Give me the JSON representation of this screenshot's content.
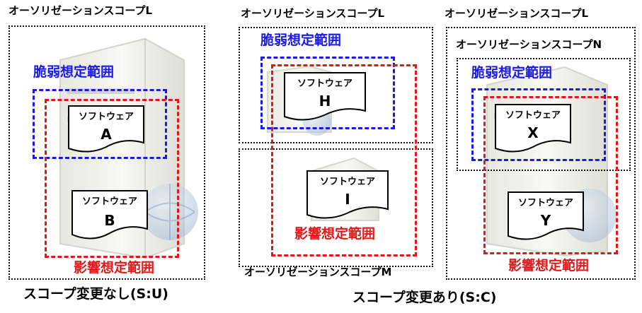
{
  "panels": {
    "left": {
      "scope_l": "オーソリゼーションスコープL",
      "vuln": "脆弱想定範囲",
      "impact": "影響想定範囲",
      "software_a": {
        "label": "ソフトウェア",
        "name": "A"
      },
      "software_b": {
        "label": "ソフトウェア",
        "name": "B"
      },
      "caption": "スコープ変更なし(S:U)"
    },
    "middle": {
      "scope_l": "オーソリゼーションスコープL",
      "scope_m": "オーソリゼーションスコープM",
      "vuln": "脆弱想定範囲",
      "impact": "影響想定範囲",
      "software_h": {
        "label": "ソフトウェア",
        "name": "H"
      },
      "software_i": {
        "label": "ソフトウェア",
        "name": "I"
      }
    },
    "right": {
      "scope_l": "オーソリゼーションスコープL",
      "scope_n": "オーソリゼーションスコープN",
      "vuln": "脆弱想定範囲",
      "impact": "影響想定範囲",
      "software_x": {
        "label": "ソフトウェア",
        "name": "X"
      },
      "software_y": {
        "label": "ソフトウェア",
        "name": "Y"
      }
    }
  },
  "caption_changed": "スコープ変更あり(S:C)",
  "colors": {
    "vuln": "#1a1ae6",
    "impact": "#e01818",
    "scope": "#111111"
  }
}
